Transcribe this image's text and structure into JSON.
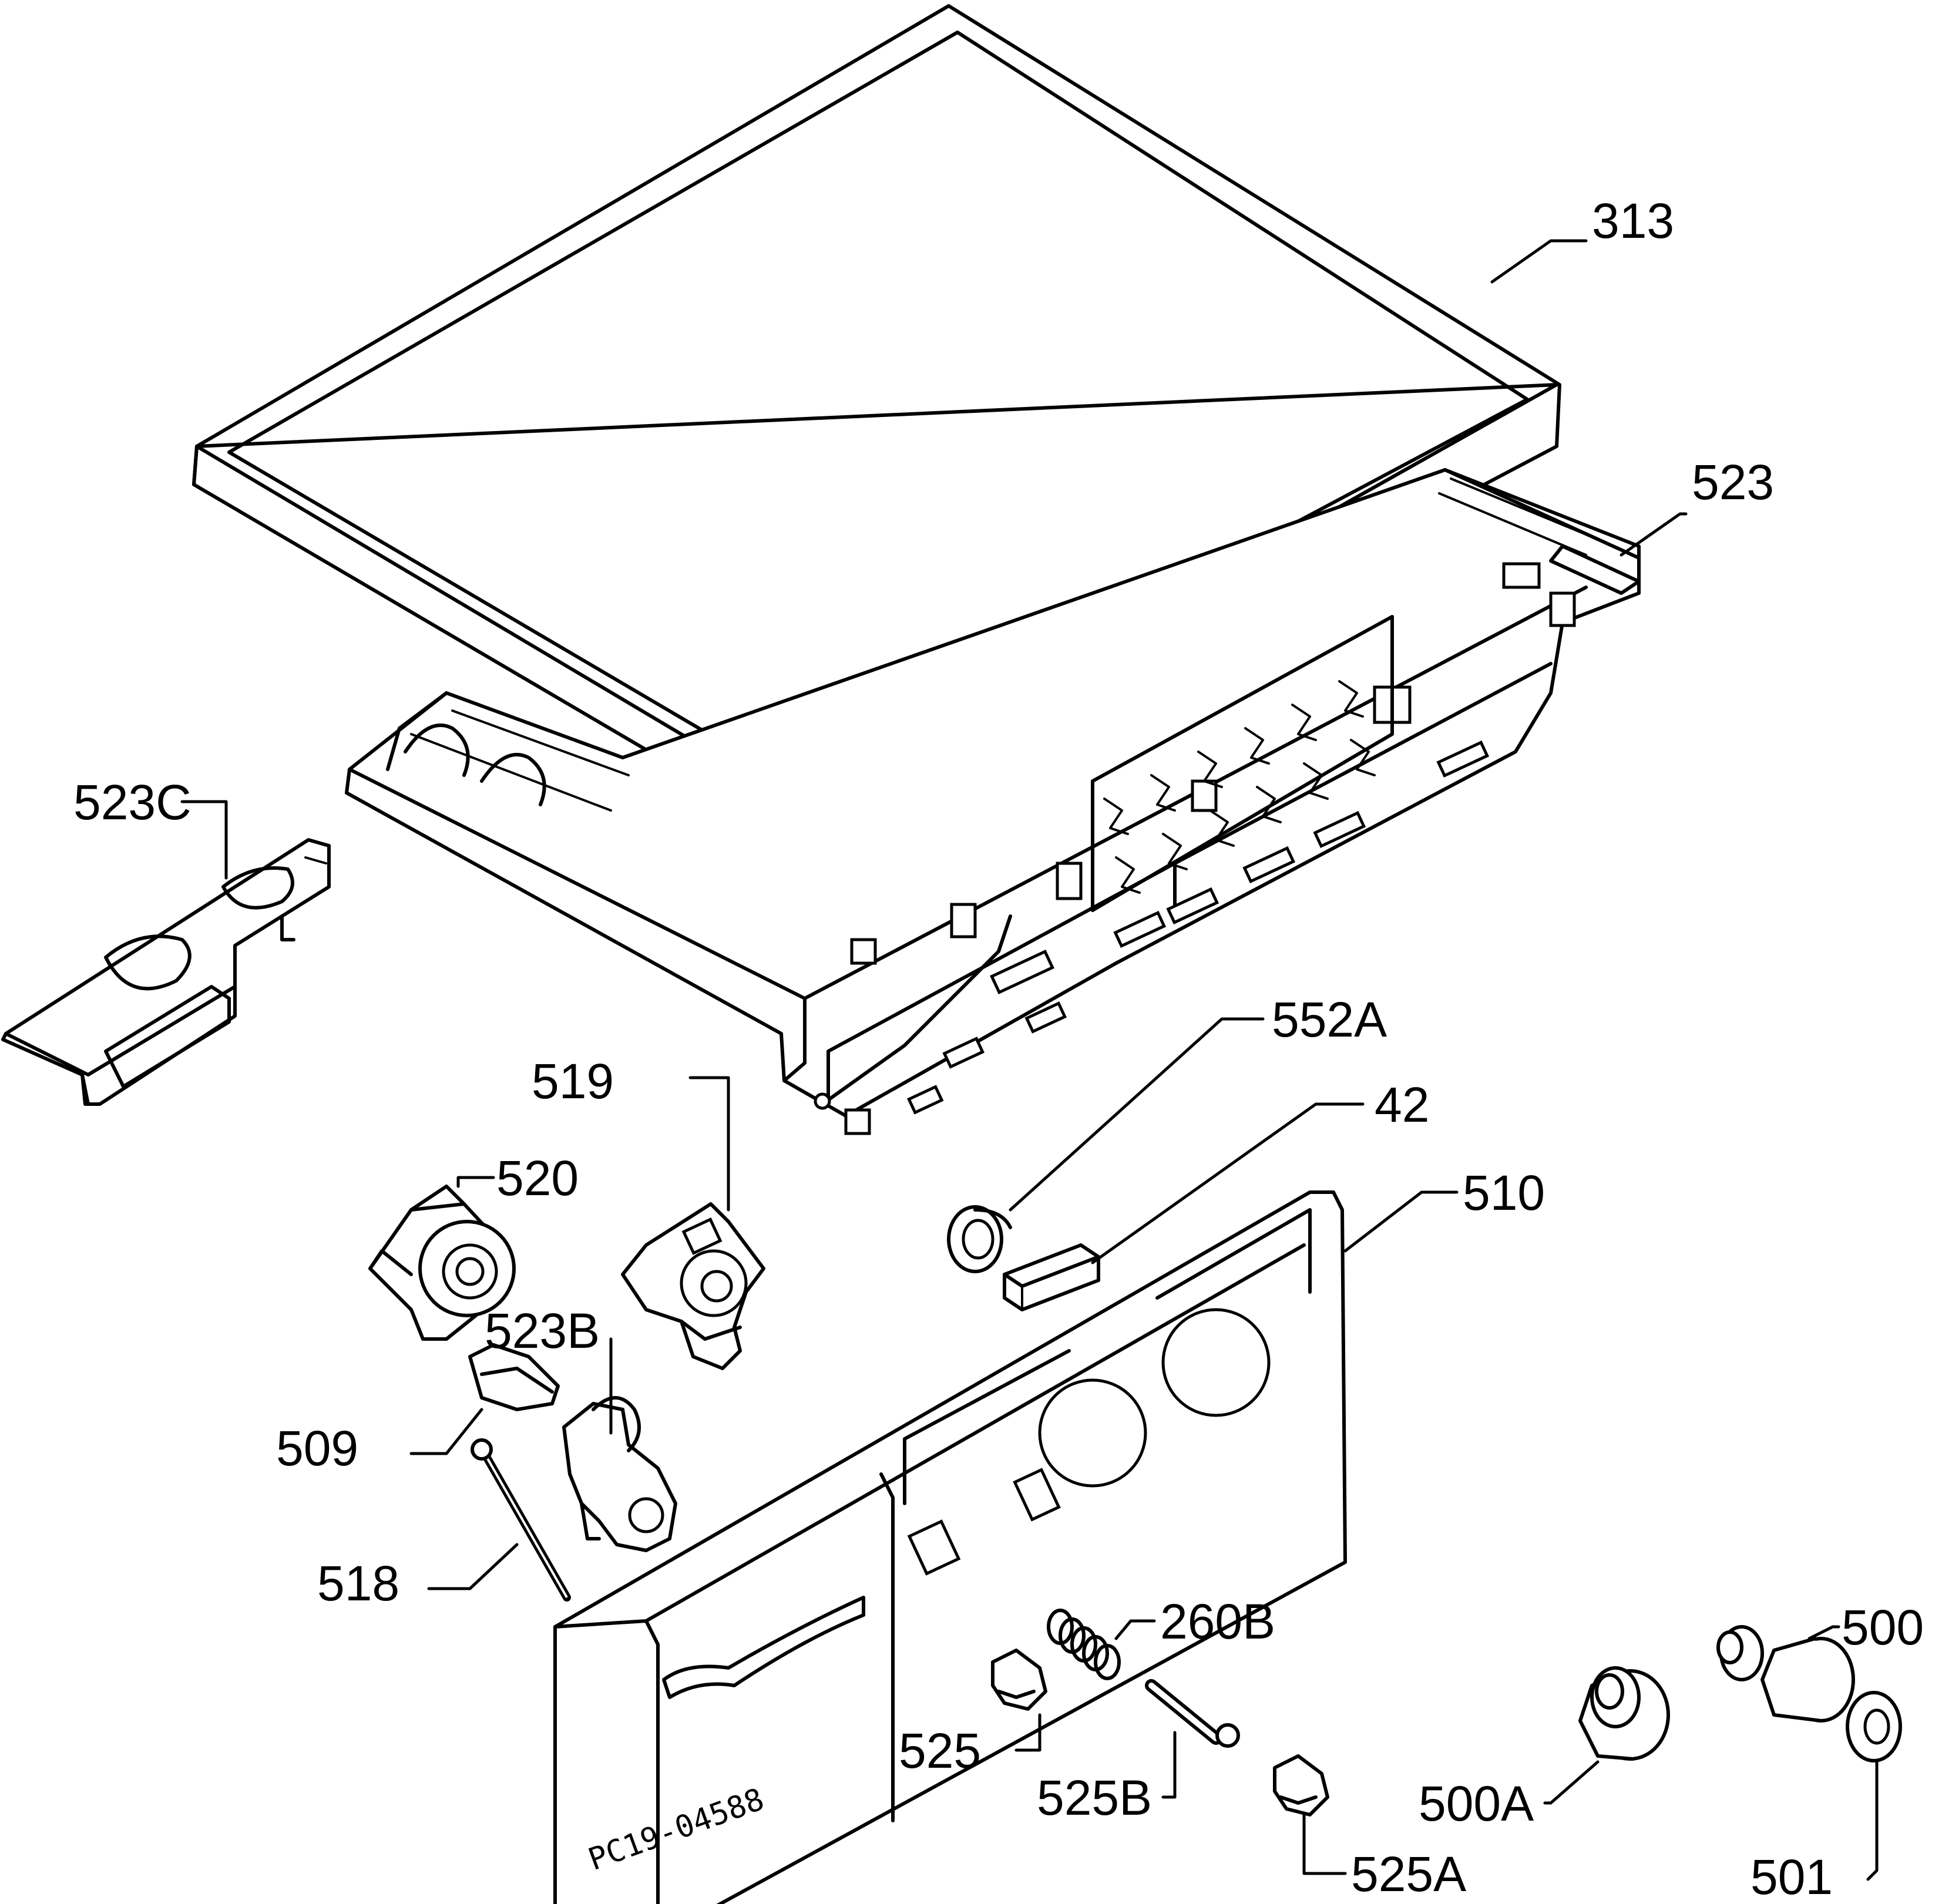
{
  "labels": {
    "p313": "313",
    "p523": "523",
    "p523c": "523C",
    "p552a": "552A",
    "p42": "42",
    "p519": "519",
    "p520": "520",
    "p510": "510",
    "p523b": "523B",
    "p509": "509",
    "p518": "518",
    "p260b": "260B",
    "p500": "500",
    "p525": "525",
    "p525b": "525B",
    "p500a": "500A",
    "p525a": "525A",
    "p501": "501"
  },
  "drawing_code": "PC19-04588"
}
